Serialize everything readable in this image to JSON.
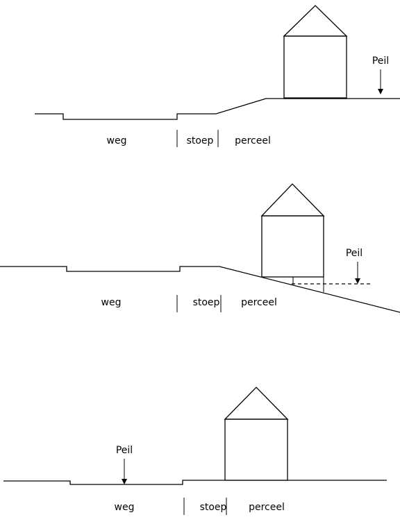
{
  "scenarios": [
    {
      "labels": {
        "road": "weg",
        "sidewalk": "stoep",
        "plot": "perceel",
        "level": "Peil"
      }
    },
    {
      "labels": {
        "road": "weg",
        "sidewalk": "stoep",
        "plot": "perceel",
        "level": "Peil"
      }
    },
    {
      "labels": {
        "road": "weg",
        "sidewalk": "stoep",
        "plot": "perceel",
        "level": "Peil"
      }
    }
  ],
  "colors": {
    "line": "#000000",
    "background": "#ffffff"
  }
}
